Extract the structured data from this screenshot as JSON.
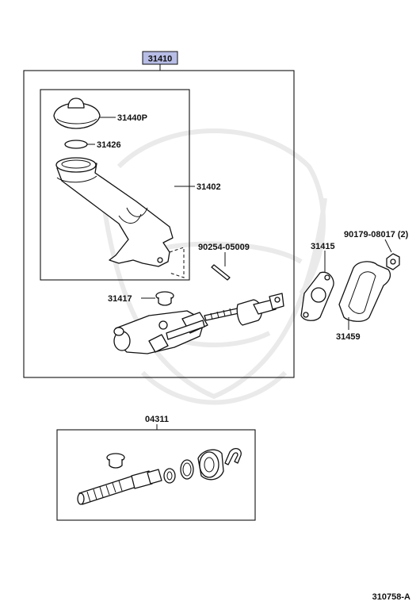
{
  "diagram": {
    "assembly_label": "31410",
    "kit_label": "04311",
    "figure_code": "310758-A",
    "highlight_color": "#b8bde6",
    "watermark": "samurai-helmet-logo",
    "parts": {
      "p31440P": "31440P",
      "p31426": "31426",
      "p31402": "31402",
      "p90254": "90254-05009",
      "p31417": "31417",
      "p31415": "31415",
      "p90179": "90179-08017 (2)",
      "p31459": "31459"
    }
  }
}
